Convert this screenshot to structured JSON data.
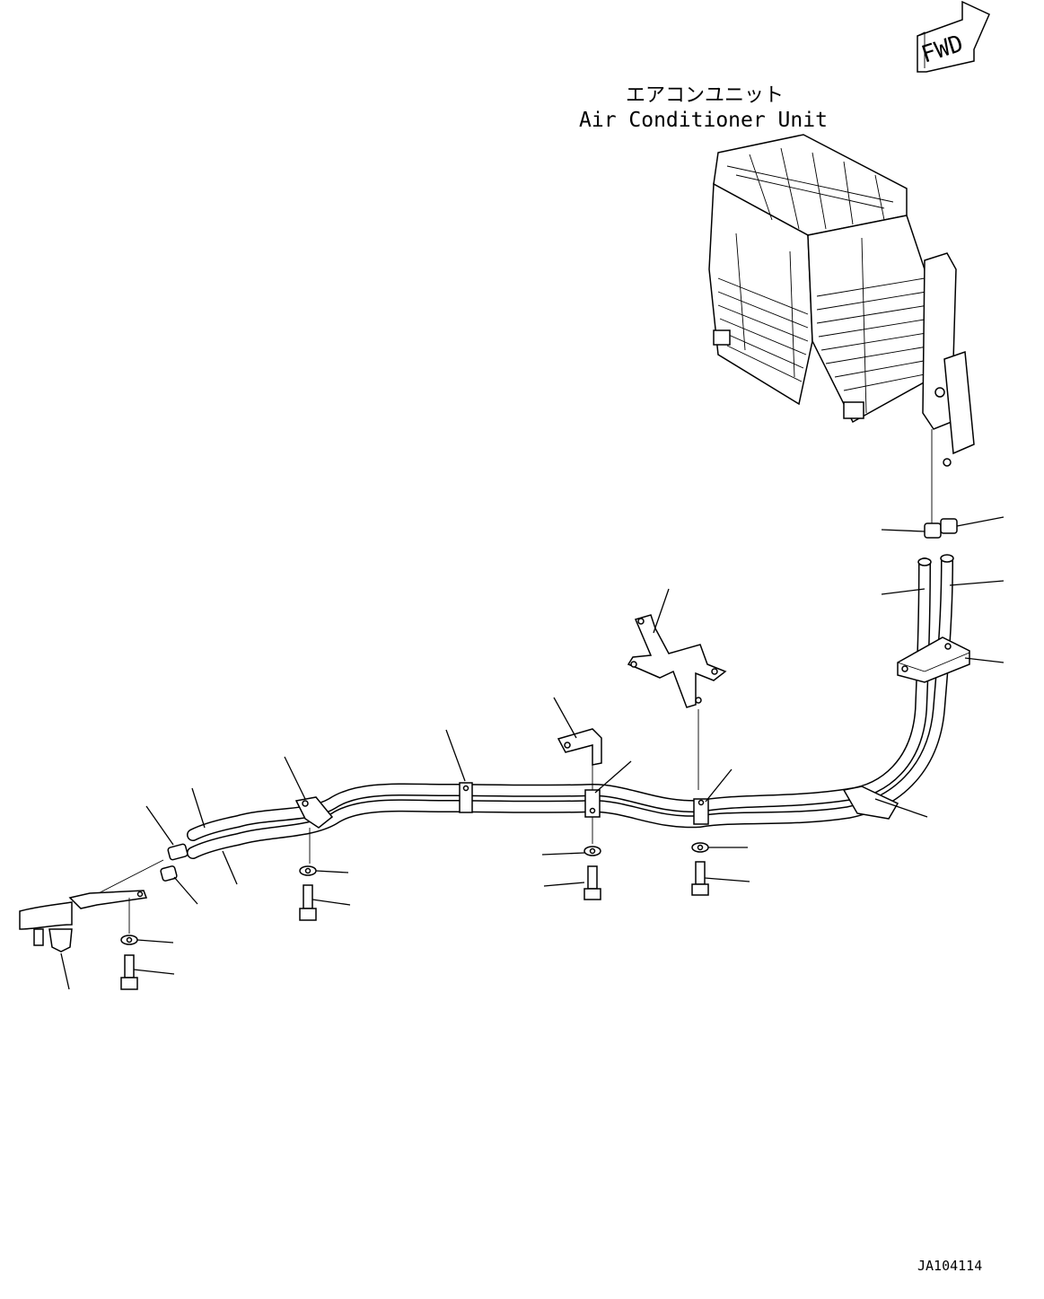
{
  "diagram": {
    "fwd_label": "FWD",
    "unit_label_jp": "エアコンユニット",
    "unit_label_en": "Air Conditioner Unit",
    "drawing_code": "JA104114"
  }
}
